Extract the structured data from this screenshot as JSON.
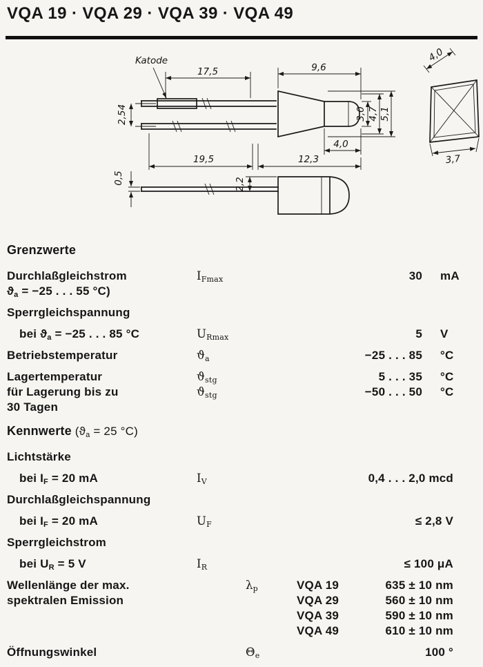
{
  "header": {
    "title": "VQA 19 · VQA 29 · VQA 39 · VQA 49"
  },
  "drawing": {
    "katode": "Katode",
    "dims": {
      "lead_free_length": "17,5",
      "body_length": "9,6",
      "front_width": "4,0",
      "lead_pitch": "2,54",
      "lens_diameter": "3,0",
      "across_flats": "4,7",
      "body_height": "5,1",
      "lens_length": "4,0",
      "lead_total_length": "19,5",
      "body_total_length": "12,3",
      "front_depth": "3,7",
      "lead_thickness": "0,5",
      "lead_offset": "2,2"
    }
  },
  "grenzwerte": {
    "heading": "Grenzwerte",
    "groups": [
      {
        "lines": [
          {
            "label": [
              [
                "t",
                "Durchlaßgleichstrom"
              ]
            ],
            "symbol": [
              [
                "t",
                "I"
              ],
              [
                "sub",
                "Fmax"
              ]
            ],
            "value": "30",
            "unit": "mA"
          },
          {
            "tight": true,
            "label": [
              [
                "t",
                "ϑ"
              ],
              [
                "sub",
                "a"
              ],
              [
                "t",
                " = −25 . . . 55 °C)"
              ]
            ]
          }
        ]
      },
      {
        "lines": [
          {
            "label": [
              [
                "t",
                "Sperrgleichspannung"
              ]
            ]
          },
          {
            "indent": true,
            "label": [
              [
                "t",
                "bei ϑ"
              ],
              [
                "sub",
                "a"
              ],
              [
                "t",
                " = −25 . . . 85 °C"
              ]
            ],
            "symbol": [
              [
                "t",
                "U"
              ],
              [
                "sub",
                "Rmax"
              ]
            ],
            "value": "5",
            "unit": "V"
          }
        ]
      },
      {
        "lines": [
          {
            "label": [
              [
                "t",
                "Betriebstemperatur"
              ]
            ],
            "symbol": [
              [
                "t",
                "ϑ"
              ],
              [
                "sub",
                "a"
              ]
            ],
            "value": "−25 . . . 85",
            "unit": "°C"
          }
        ]
      },
      {
        "lines": [
          {
            "label": [
              [
                "t",
                "Lagertemperatur"
              ]
            ],
            "symbol": [
              [
                "t",
                "ϑ"
              ],
              [
                "sub",
                "stg"
              ]
            ],
            "value": "5 . . . 35",
            "unit": "°C"
          },
          {
            "tight": true,
            "label": [
              [
                "t",
                "für Lagerung bis zu"
              ]
            ],
            "symbol": [
              [
                "t",
                "ϑ"
              ],
              [
                "sub",
                "stg"
              ]
            ],
            "value": "−50 . . . 50",
            "unit": "°C"
          },
          {
            "tight": true,
            "label": [
              [
                "t",
                "30 Tagen"
              ]
            ]
          }
        ]
      }
    ]
  },
  "kennwerte": {
    "heading": "Kennwerte",
    "heading_cond": [
      [
        "t",
        " (ϑ"
      ],
      [
        "sub",
        "a"
      ],
      [
        "t",
        " = 25 °C)"
      ]
    ],
    "groups": [
      {
        "lines": [
          {
            "label": [
              [
                "t",
                "Lichtstärke"
              ]
            ]
          },
          {
            "indent": true,
            "label": [
              [
                "t",
                "bei I"
              ],
              [
                "sub",
                "F"
              ],
              [
                "t",
                " = 20 mA"
              ]
            ],
            "symbol": [
              [
                "t",
                "I"
              ],
              [
                "sub",
                "V"
              ]
            ],
            "value": "0,4 . . . 2,0 mcd"
          }
        ]
      },
      {
        "lines": [
          {
            "label": [
              [
                "t",
                "Durchlaßgleichspannung"
              ]
            ]
          },
          {
            "indent": true,
            "label": [
              [
                "t",
                "bei I"
              ],
              [
                "sub",
                "F"
              ],
              [
                "t",
                " = 20 mA"
              ]
            ],
            "symbol": [
              [
                "t",
                "U"
              ],
              [
                "sub",
                "F"
              ]
            ],
            "value": "≤ 2,8 V"
          }
        ]
      },
      {
        "lines": [
          {
            "label": [
              [
                "t",
                "Sperrgleichstrom"
              ]
            ]
          },
          {
            "indent": true,
            "label": [
              [
                "t",
                "bei U"
              ],
              [
                "sub",
                "R"
              ],
              [
                "t",
                " = 5 V"
              ]
            ],
            "symbol": [
              [
                "t",
                "I"
              ],
              [
                "sub",
                "R"
              ]
            ],
            "value": "≤ 100 μA"
          }
        ]
      },
      {
        "wide_symbol": true,
        "lines": [
          {
            "label": [
              [
                "t",
                "Wellenlänge der max."
              ]
            ],
            "symbol": [
              [
                "t",
                "λ"
              ],
              [
                "sub",
                "p"
              ]
            ],
            "model": "VQA 19",
            "value": "635 ± 10 nm"
          },
          {
            "tight": true,
            "label": [
              [
                "t",
                "spektralen Emission"
              ]
            ],
            "model": "VQA 29",
            "value": "560 ± 10 nm"
          },
          {
            "tight": true,
            "model": "VQA 39",
            "value": "590 ± 10 nm"
          },
          {
            "tight": true,
            "model": "VQA 49",
            "value": "610 ± 10 nm"
          }
        ]
      },
      {
        "wide_symbol": true,
        "lines": [
          {
            "label": [
              [
                "t",
                "Öffnungswinkel"
              ]
            ],
            "symbol": [
              [
                "t",
                "Θ"
              ],
              [
                "sub",
                "e"
              ]
            ],
            "value": "100 °"
          }
        ]
      }
    ]
  }
}
